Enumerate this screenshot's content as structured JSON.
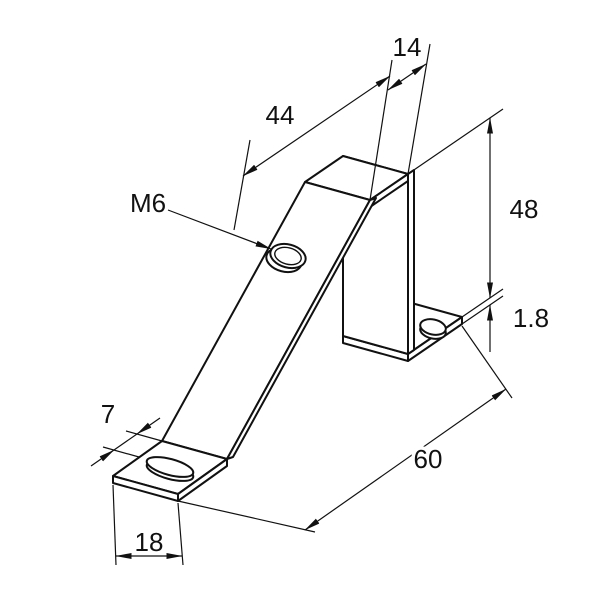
{
  "drawing": {
    "part_name": "bent-sheet-metal-bracket",
    "background_color": "#ffffff",
    "line_color": "#111111",
    "labels": {
      "thread": "M6",
      "top_flat_width": "14",
      "slant_length": "44",
      "height": "48",
      "material_thickness": "1.8",
      "overall_length": "60",
      "foot_length": "18",
      "hole_edge_offset": "7"
    }
  }
}
